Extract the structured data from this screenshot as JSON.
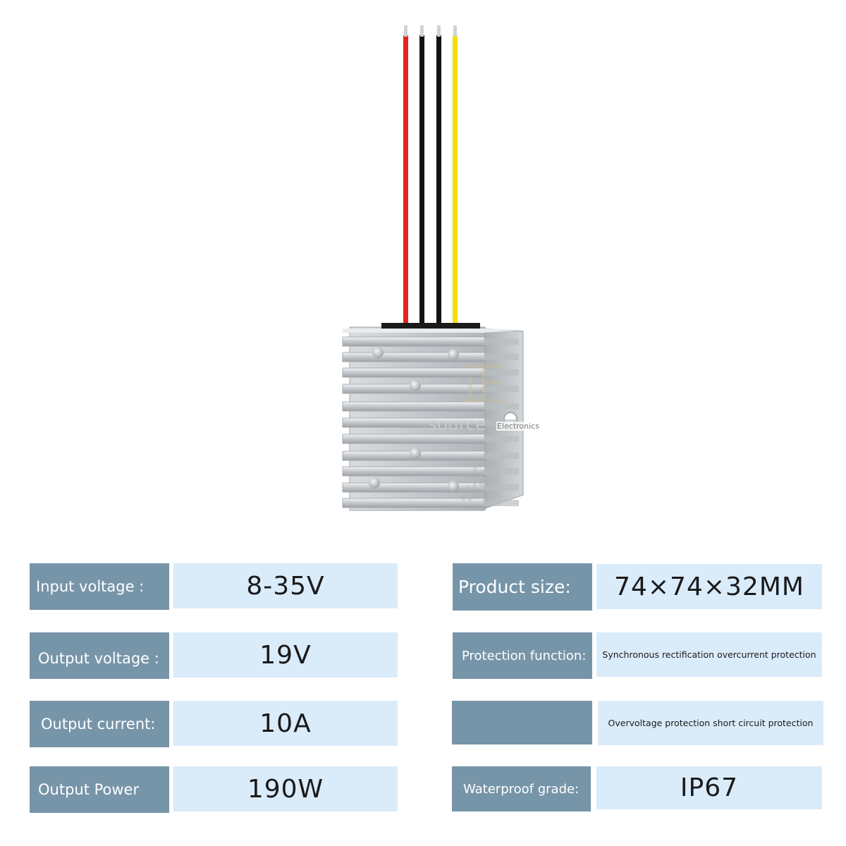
{
  "colors": {
    "label_bg": "#7795a9",
    "value_bg": "#daebfa",
    "wire_red": "#e52421",
    "wire_black": "#121212",
    "wire_yellow": "#f5de0a",
    "housing": "#c3c8cc"
  },
  "watermark": {
    "text": "source",
    "sub": "Electronics",
    "glyph_top": "正",
    "glyph_bottom": "源"
  },
  "specs": {
    "left": [
      {
        "label": "Input voltage :",
        "value": "8-35V"
      },
      {
        "label": "Output voltage :",
        "value": "19V"
      },
      {
        "label": "Output current:",
        "value": "10A"
      },
      {
        "label": "Output Power",
        "value": "190W"
      }
    ],
    "right": [
      {
        "label": "Product size:",
        "value": "74×74×32MM"
      },
      {
        "label": "Protection function:",
        "value": "Synchronous rectification overcurrent protection"
      },
      {
        "label": "",
        "value": "Overvoltage protection short circuit protection"
      },
      {
        "label": "Waterproof grade:",
        "value": "IP67"
      }
    ]
  }
}
